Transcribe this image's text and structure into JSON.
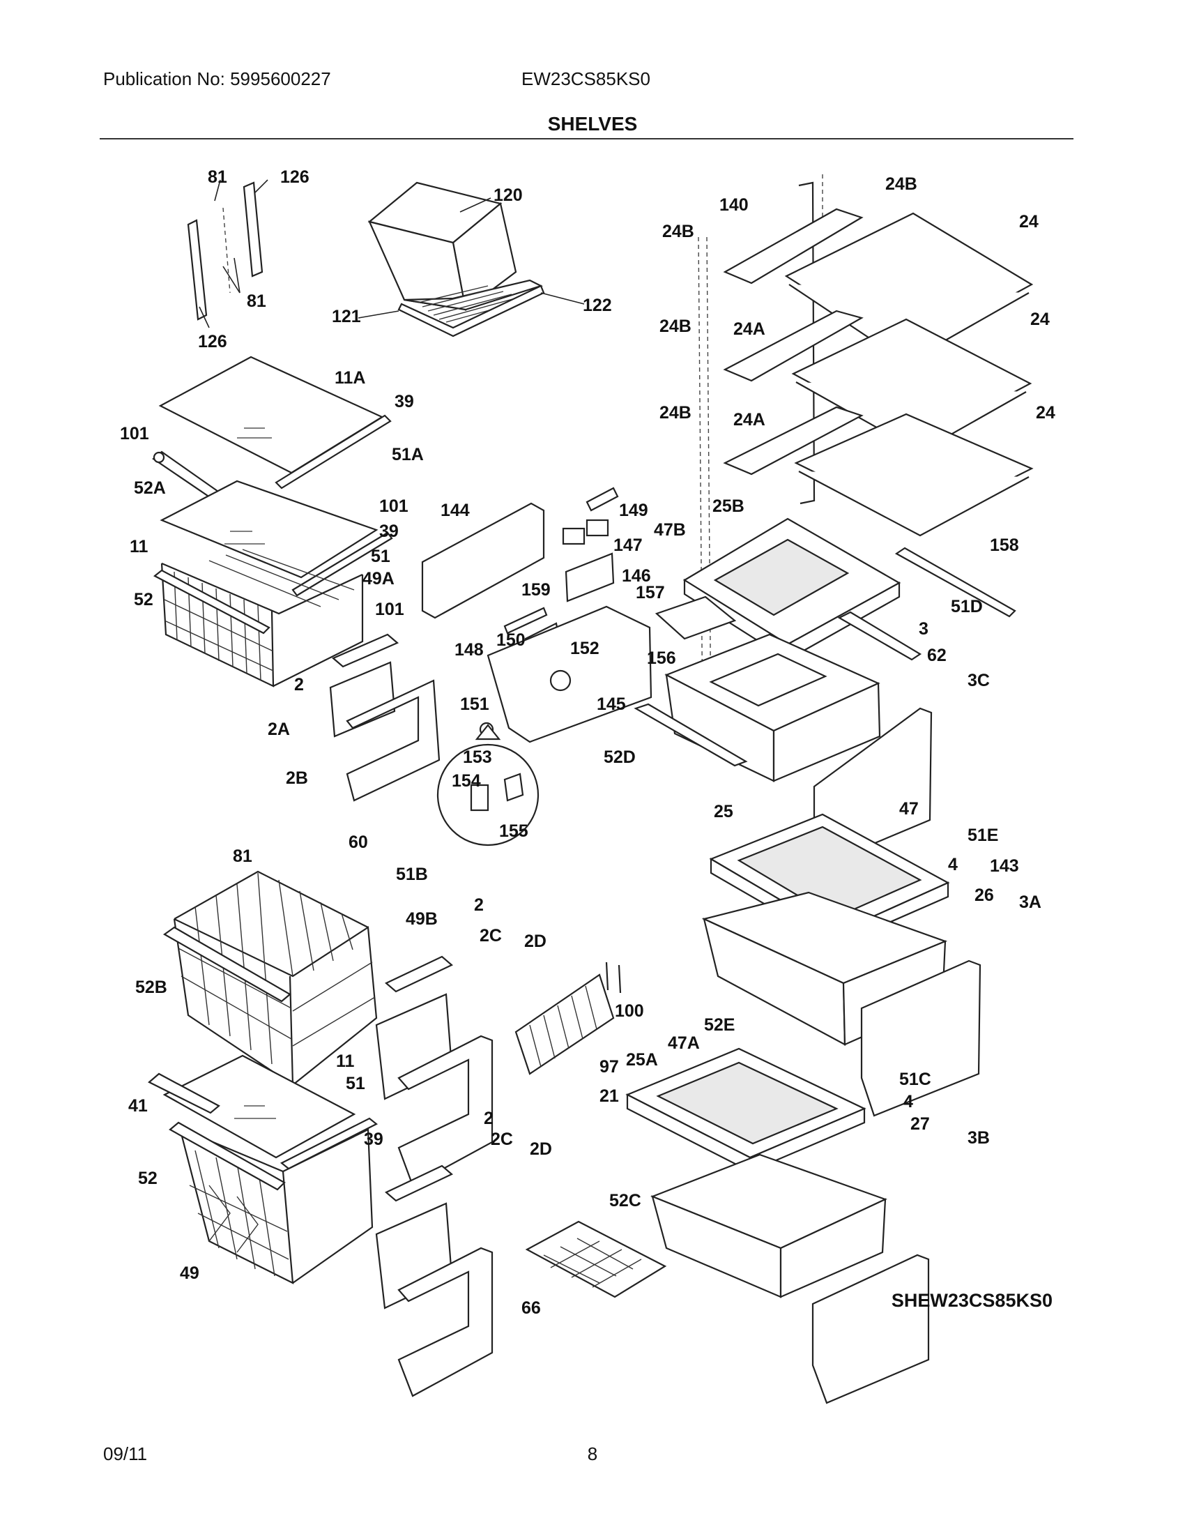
{
  "header": {
    "publication": "Publication No: 5995600227",
    "model": "EW23CS85KS0",
    "section_title": "SHELVES"
  },
  "footer": {
    "date": "09/11",
    "page_number": "8"
  },
  "diagram": {
    "code": "SHEW23CS85KS0",
    "part_labels": [
      "81",
      "126",
      "120",
      "122",
      "121",
      "81",
      "126",
      "11A",
      "39",
      "101",
      "51A",
      "52A",
      "101",
      "11",
      "39",
      "51",
      "49A",
      "52",
      "101",
      "2",
      "2A",
      "2B",
      "144",
      "149",
      "147",
      "146",
      "159",
      "148",
      "150",
      "152",
      "145",
      "151",
      "153",
      "154",
      "155",
      "24B",
      "140",
      "24",
      "24B",
      "24A",
      "24B",
      "24",
      "24B",
      "24A",
      "24",
      "25B",
      "47B",
      "158",
      "157",
      "51D",
      "3",
      "62",
      "156",
      "3C",
      "52D",
      "25",
      "47",
      "51E",
      "4",
      "143",
      "26",
      "3A",
      "81",
      "60",
      "51B",
      "2",
      "49B",
      "2C",
      "2D",
      "52B",
      "100",
      "52E",
      "47A",
      "25A",
      "97",
      "21",
      "51C",
      "4",
      "27",
      "41",
      "11",
      "51",
      "39",
      "52",
      "2",
      "2C",
      "2D",
      "3B",
      "52C",
      "49",
      "66"
    ]
  }
}
